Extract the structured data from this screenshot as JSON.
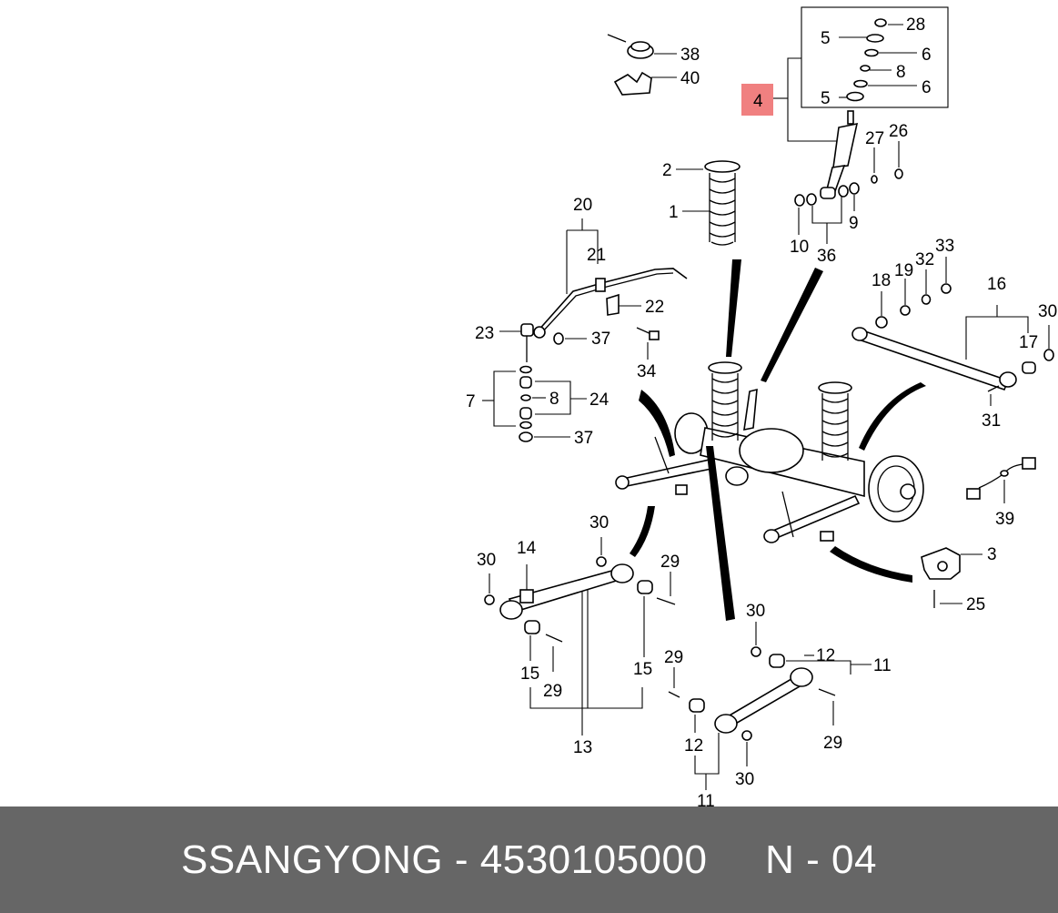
{
  "diagram": {
    "highlight_color": "#f08080",
    "callouts": {
      "c1": "1",
      "c2": "2",
      "c3": "3",
      "c4": "4",
      "c5a": "5",
      "c5b": "5",
      "c6a": "6",
      "c6b": "6",
      "c7": "7",
      "c8a": "8",
      "c8b": "8",
      "c9": "9",
      "c10": "10",
      "c11a": "11",
      "c11b": "11",
      "c12a": "12",
      "c12b": "12",
      "c13": "13",
      "c14": "14",
      "c15a": "15",
      "c15b": "15",
      "c16": "16",
      "c17": "17",
      "c18": "18",
      "c19": "19",
      "c20": "20",
      "c21": "21",
      "c22": "22",
      "c23": "23",
      "c24": "24",
      "c25": "25",
      "c26": "26",
      "c27": "27",
      "c28": "28",
      "c29a": "29",
      "c29b": "29",
      "c29c": "29",
      "c29d": "29",
      "c30a": "30",
      "c30b": "30",
      "c30c": "30",
      "c30d": "30",
      "c30e": "30",
      "c31": "31",
      "c32": "32",
      "c33": "33",
      "c34": "34",
      "c36": "36",
      "c37a": "37",
      "c37b": "37",
      "c38": "38",
      "c39": "39",
      "c40": "40"
    }
  },
  "footer": {
    "brand": "SSANGYONG",
    "separator": " - ",
    "part_number": "4530105000",
    "gap": "     ",
    "page_prefix": "N",
    "page_sep": " - ",
    "page_number": "04"
  }
}
